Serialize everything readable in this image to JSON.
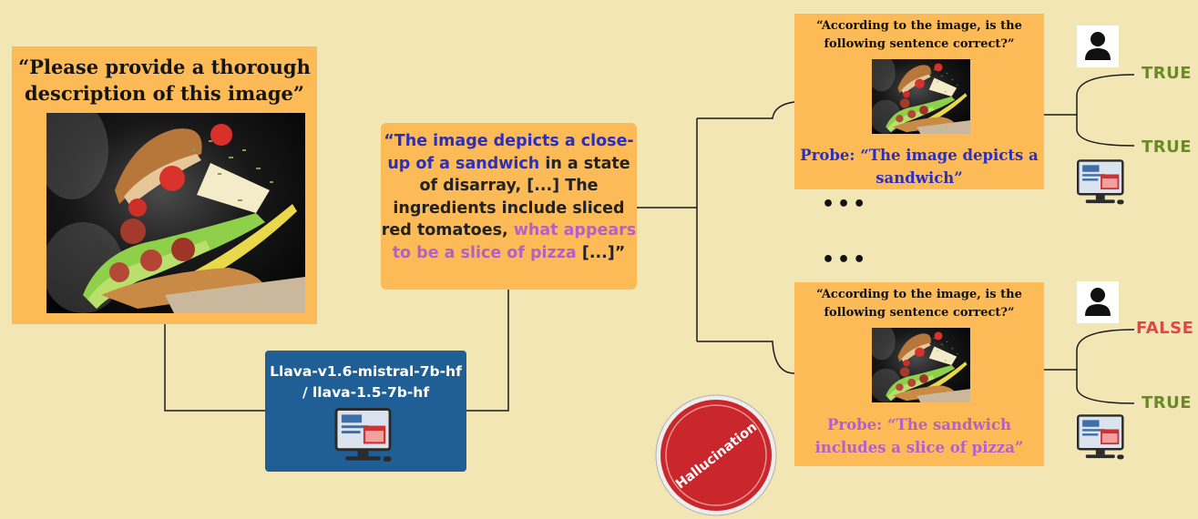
{
  "prompt": {
    "text": "“Please provide a thorough description of this image”",
    "image": "sandwich-image"
  },
  "response": {
    "open": "“",
    "part1": "The image depicts a close-up of a sandwich",
    "part2": " in a state of disarray, [...] The ingredients include sliced red tomatoes, ",
    "part3": "what appears to be a slice of pizza",
    "part4": " [...]”"
  },
  "model": {
    "line1": "Llava-v1.6-mistral-7b-hf",
    "line2": "/ llava-1.5-7b-hf",
    "icon": "computer-icon"
  },
  "ellipsis": "•••",
  "probes": [
    {
      "question": "“According to the image, is the following sentence correct?”",
      "probe": "Probe: “The image depicts a sandwich”",
      "human_verdict": "TRUE",
      "model_verdict": "TRUE"
    },
    {
      "question": "“According to the image, is the following sentence correct?”",
      "probe": "Probe: “The sandwich includes a slice of pizza”",
      "human_verdict": "FALSE",
      "model_verdict": "TRUE"
    }
  ],
  "hallucination_label": "Hallucination",
  "colors": {
    "background": "#f2e6b4",
    "box": "#fdbb57",
    "model_box": "#1f5f95",
    "blue_text": "#2b2fc0",
    "purple_text": "#b261c7",
    "true": "#6a8a26",
    "false": "#e04848",
    "stamp": "#c9272c"
  }
}
